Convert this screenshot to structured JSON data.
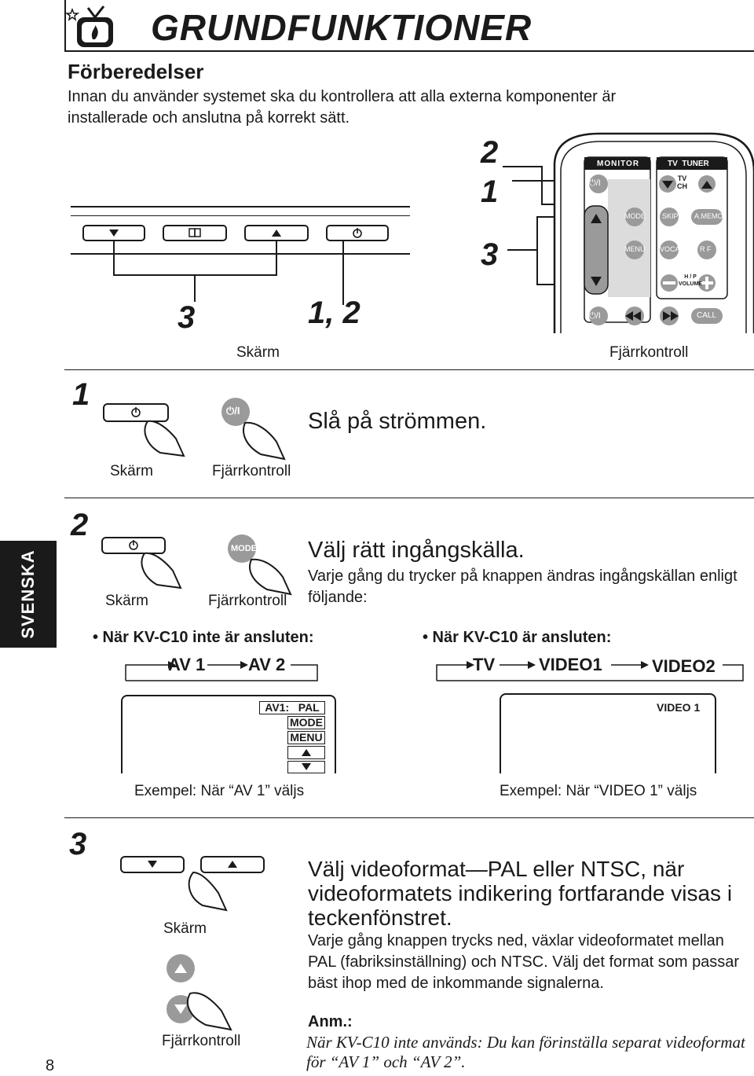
{
  "page": {
    "title": "GRUNDFUNKTIONER",
    "side_tab": "SVENSKA",
    "page_number": "8"
  },
  "prep": {
    "heading": "Förberedelser",
    "text": "Innan du använder systemet ska du kontrollera att alla externa komponenter är installerade och anslutna på korrekt sätt."
  },
  "overview": {
    "screen_label": "Skärm",
    "remote_label": "Fjärrkontroll",
    "callouts": {
      "screen_left": "3",
      "screen_right": "1, 2",
      "remote_top": "2",
      "remote_mid": "1",
      "remote_bottom": "3"
    },
    "remote_keys": {
      "monitor": "MONITOR",
      "tv_tuner": "TV  TUNER",
      "tv_ch": "TV\nCH",
      "mode": "MODE",
      "menu": "MENU",
      "skip": "SKIP",
      "amemo": "A.MEMO",
      "vocal": "VOCAL",
      "rf": "R F",
      "hp_volume": "H / P\nVOLUME",
      "call": "CALL",
      "power": "⏻/I"
    }
  },
  "step1": {
    "number": "1",
    "heading": "Slå på strömmen.",
    "screen_label": "Skärm",
    "remote_label": "Fjärrkontroll",
    "remote_button": "⏻/I"
  },
  "step2": {
    "number": "2",
    "heading": "Välj rätt ingångskälla.",
    "text": "Varje gång du trycker på knappen ändras ingångskällan enligt följande:",
    "screen_label": "Skärm",
    "remote_label": "Fjärrkontroll",
    "remote_button": "MODE",
    "not_connected": {
      "title": "• När KV-C10 inte är ansluten:",
      "sequence": [
        "AV 1",
        "AV 2"
      ]
    },
    "connected": {
      "title": "• När KV-C10 är ansluten:",
      "sequence": [
        "TV",
        "VIDEO1",
        "VIDEO2"
      ]
    },
    "example_left": {
      "caption": "Exempel: När “AV 1” väljs",
      "osd": [
        "AV1:   PAL",
        "MODE",
        "MENU"
      ]
    },
    "example_right": {
      "caption": "Exempel: När “VIDEO 1” väljs",
      "osd": "VIDEO 1"
    }
  },
  "step3": {
    "number": "3",
    "heading": "Välj videoformat—PAL eller NTSC, när videoformatets indikering fortfarande visas i teckenfönstret.",
    "text": "Varje gång knappen trycks ned, växlar videoformatet mellan PAL (fabriksinställning) och NTSC. Välj det format som passar bäst ihop med de inkommande signalerna.",
    "screen_label": "Skärm",
    "remote_label": "Fjärrkontroll"
  },
  "note": {
    "heading": "Anm.:",
    "text": "När KV-C10 inte används: Du kan förinställa separat videoformat för “AV 1” och “AV 2”."
  },
  "colors": {
    "ink": "#1a1a1a",
    "panel": "#ffffff",
    "tab": "#1a1a1a"
  }
}
